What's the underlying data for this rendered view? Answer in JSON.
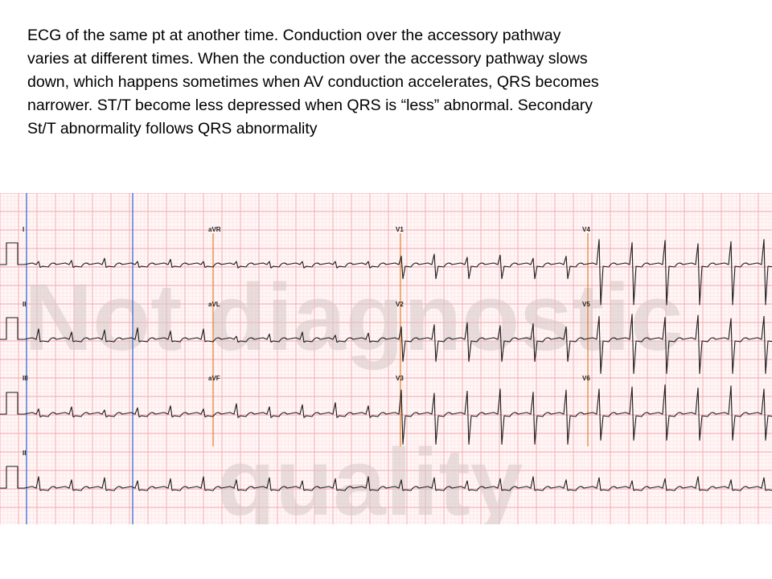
{
  "caption": {
    "lines": [
      "ECG of the same pt at another time. Conduction over the accessory pathway",
      "varies at different times. When the conduction over the accessory pathway slows",
      "down, which happens sometimes when AV conduction accelerates, QRS becomes",
      "narrower. ST/T become less depressed when QRS is “less” abnormal. Secondary",
      "St/T abnormality follows QRS abnormality"
    ]
  },
  "ecg": {
    "leads": {
      "row1": [
        "I",
        "aVR",
        "V1",
        "V4"
      ],
      "row2": [
        "II",
        "aVL",
        "V2",
        "V5"
      ],
      "row3": [
        "III",
        "aVF",
        "V3",
        "V6"
      ],
      "row4": [
        "II"
      ]
    },
    "watermark": [
      "Not diagnostic",
      "quality"
    ],
    "colors": {
      "grid_major": "#f2a7ad",
      "grid_minor": "#fbe0e2",
      "trace": "#1a1a1a",
      "lead_separator": "#e0802a",
      "marker_line": "#3a6fd8"
    }
  }
}
